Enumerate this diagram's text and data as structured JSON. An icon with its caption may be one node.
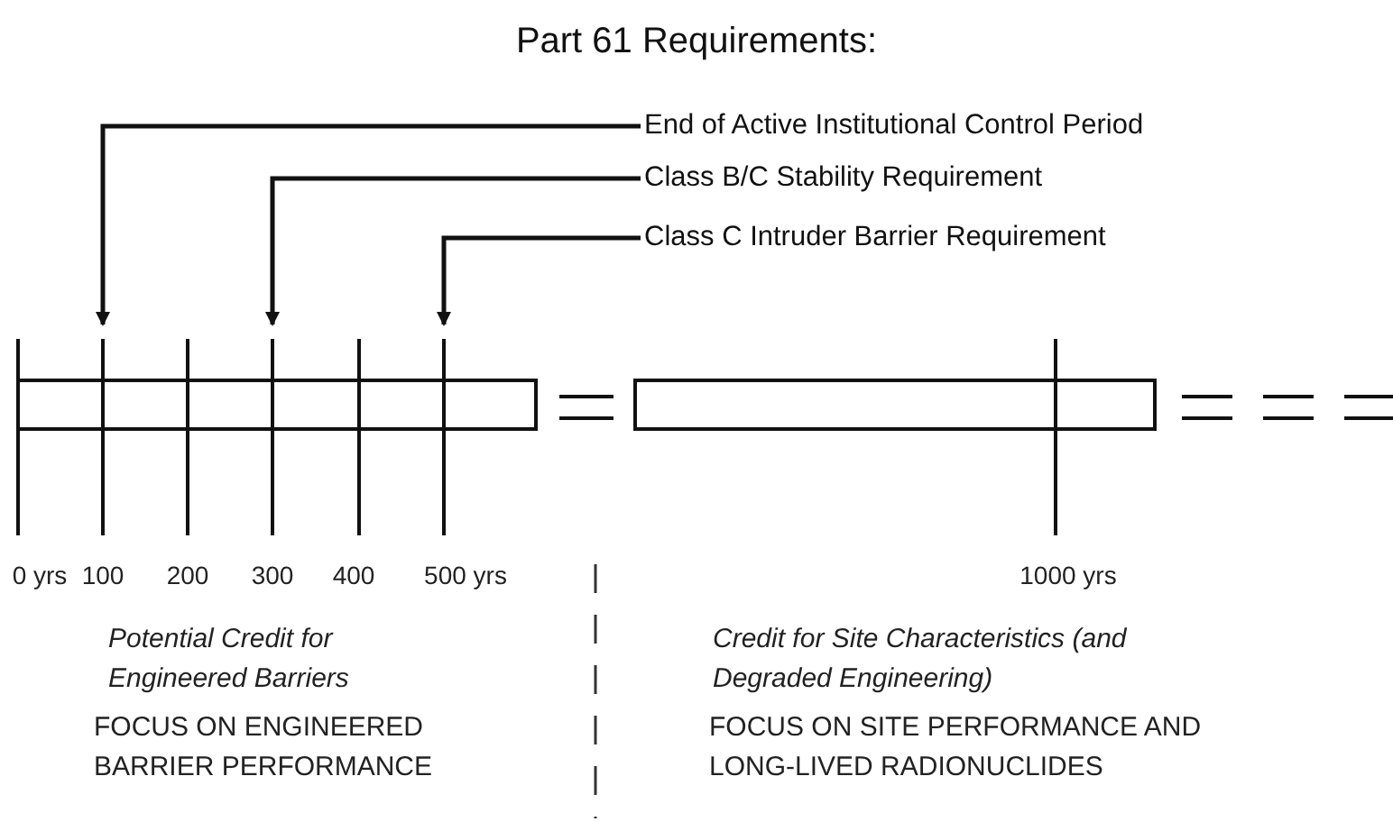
{
  "diagram": {
    "title": "Part 61 Requirements:",
    "nodes": [
      {
        "text": [
          "End of Active Institutional Control Period"
        ]
      },
      {
        "text": [
          "Class B/C Stability Requirement"
        ]
      },
      {
        "text": [
          "Class C Intruder Barrier Requirement"
        ]
      }
    ],
    "edges": [
      {
        "from": 0,
        "to": null,
        "arrow": "to"
      },
      {
        "from": 1,
        "to": null,
        "arrow": "to"
      },
      {
        "from": 2,
        "to": null,
        "arrow": "to"
      }
    ],
    "labels": [
      "0 yrs",
      "100",
      "200",
      "300",
      "400",
      "500 yrs",
      "1000 yrs",
      "Potential Credit for Engineered Barriers",
      "Credit for Site Characteristics (and Degraded Engineering)",
      "FOCUS ON ENGINEERED BARRIER PERFORMANCE",
      "FOCUS ON SITE PERFORMANCE AND LONG-LIVED RADIONUCLIDES"
    ]
  }
}
